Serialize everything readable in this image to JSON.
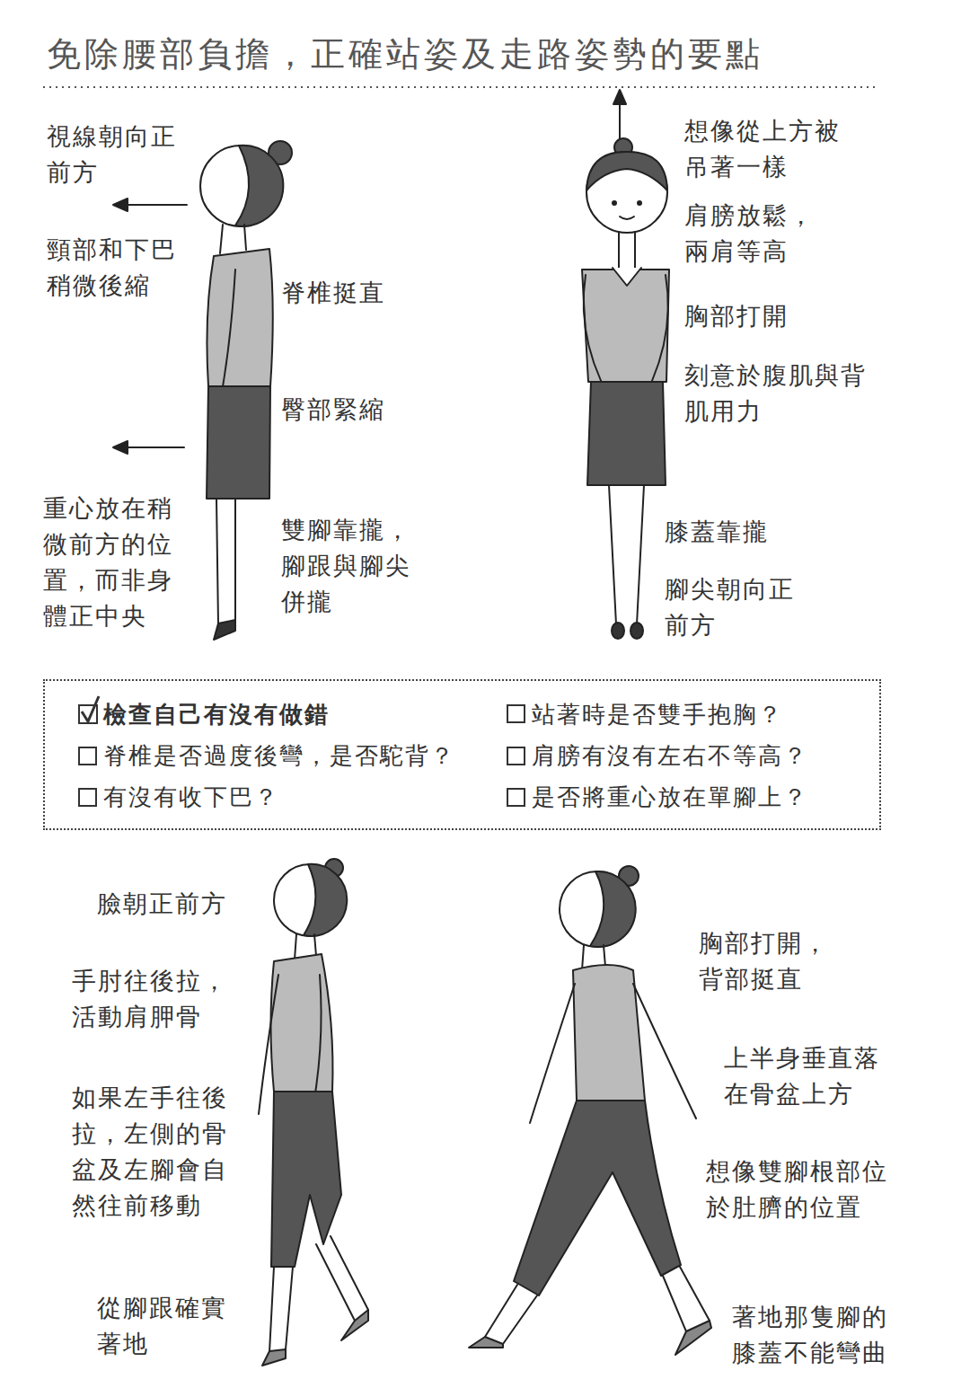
{
  "diagram": {
    "title": "免除腰部負擔，正確站姿及走路姿勢的要點",
    "nodes": [
      {
        "text": [
          "檢查自己有沒有做錯",
          "站著時是否雙手抱胸？",
          "脊椎是否過度後彎，是否駝背？",
          "肩膀有沒有左右不等高？",
          "有沒有收下巴？",
          "是否將重心放在單腳上？"
        ]
      }
    ],
    "labels": [
      "視線朝向正前方",
      "想像從上方被吊著一樣",
      "肩膀放鬆，兩肩等高",
      "頸部和下巴稍微後縮",
      "脊椎挺直",
      "胸部打開",
      "刻意於腹肌與背肌用力",
      "臀部緊縮",
      "重心放在稍微前方的位置，而非身體正中央",
      "雙腳靠攏，腳跟與腳尖併攏",
      "膝蓋靠攏",
      "腳尖朝向正前方",
      "臉朝正前方",
      "胸部打開，背部挺直",
      "手肘往後拉，活動肩胛骨",
      "上半身垂直落在骨盆上方",
      "如果左手往後拉，左側的骨盆及左腳會自然往前移動",
      "想像雙腳根部位於肚臍的位置",
      "從腳跟確實著地",
      "著地那隻腳的膝蓋不能彎曲"
    ]
  }
}
